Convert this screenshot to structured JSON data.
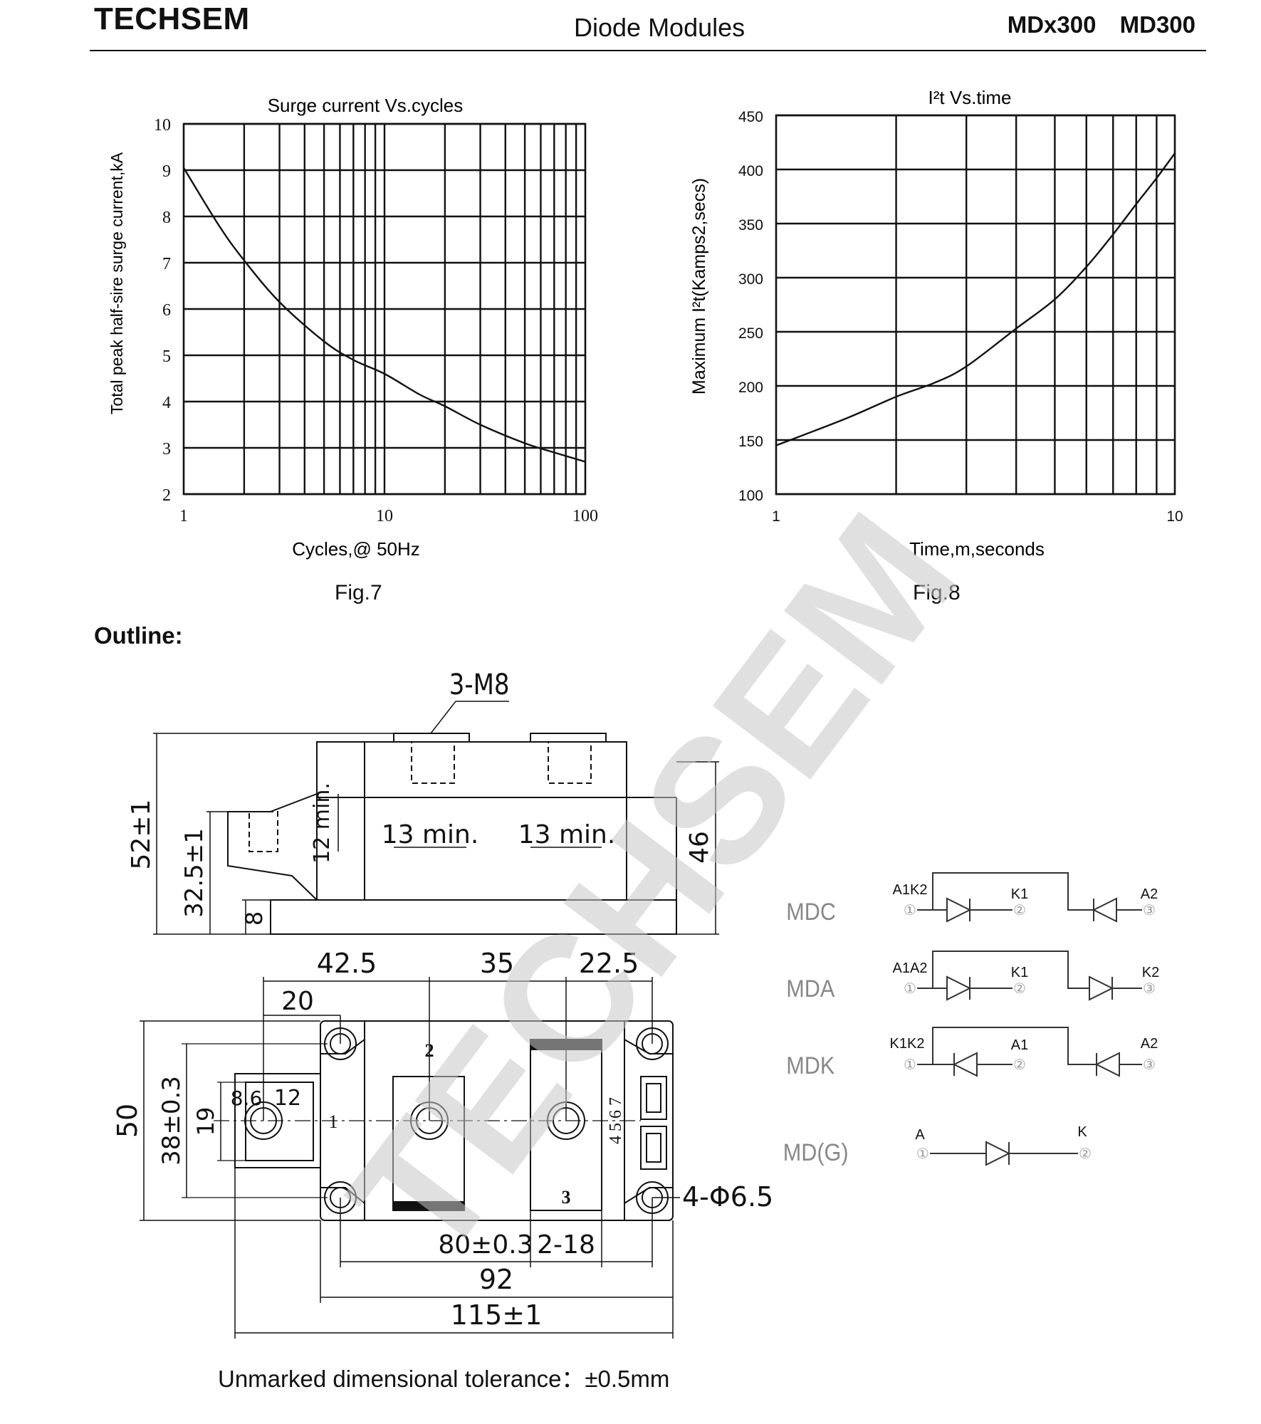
{
  "header": {
    "brand": "TECHSEM",
    "title": "Diode Modules",
    "part_numbers": "MDx300 MD300"
  },
  "chart_data": [
    {
      "type": "line",
      "title": "Surge current Vs.cycles",
      "xlabel": "Cycles,@ 50Hz",
      "ylabel": "Total peak half-sire surge current,kA",
      "xscale": "log",
      "xlim": [
        1,
        100
      ],
      "ylim": [
        2,
        10
      ],
      "xticks": [
        "1",
        "10",
        "100"
      ],
      "yticks": [
        "2",
        "3",
        "4",
        "5",
        "6",
        "7",
        "8",
        "9",
        "10"
      ],
      "grid": true,
      "x": [
        1,
        1.5,
        2,
        3,
        5,
        7,
        10,
        15,
        20,
        30,
        50,
        70,
        100
      ],
      "y": [
        9.05,
        7.8,
        7.05,
        6.15,
        5.3,
        4.9,
        4.6,
        4.15,
        3.9,
        3.5,
        3.1,
        2.9,
        2.7
      ]
    },
    {
      "type": "line",
      "title": "I²t Vs.time",
      "xlabel": "Time,m,seconds",
      "ylabel": "Maximum I²t(Kamps2,secs)",
      "xscale": "log",
      "xlim": [
        1,
        10
      ],
      "ylim": [
        100,
        450
      ],
      "xticks": [
        "1",
        "10"
      ],
      "yticks": [
        "100",
        "150",
        "200",
        "250",
        "300",
        "350",
        "400",
        "450"
      ],
      "grid": true,
      "x": [
        1,
        1.5,
        2,
        2.5,
        3,
        4,
        5,
        6,
        7,
        8,
        9,
        10
      ],
      "y": [
        145,
        170,
        190,
        203,
        218,
        253,
        280,
        310,
        340,
        368,
        392,
        415
      ]
    }
  ],
  "figures": {
    "fig7": "Fig.7",
    "fig8": "Fig.8"
  },
  "outline": {
    "title": "Outline:",
    "side_view": {
      "thread": "3-M8",
      "height_total": "52±1",
      "height_terminal": "32.5±1",
      "base_thickness": "8",
      "depth_left": "12 min.",
      "depth_mid": "13 min.",
      "depth_right": "13 min.",
      "height_body": "46"
    },
    "top_view": {
      "dim_42_5": "42.5",
      "dim_35": "35",
      "dim_22_5": "22.5",
      "dim_20": "20",
      "dim_50": "50",
      "dim_38": "38±0.3",
      "dim_19": "19",
      "dim_8_6": "8.6",
      "dim_12": "12",
      "terminal_1": "1",
      "terminal_2": "2",
      "terminal_3": "3",
      "aux_pins": "4 5 6 7",
      "holes": "4-Φ6.5",
      "dim_80": "80±0.3",
      "dim_2_18": "2-18",
      "dim_92": "92",
      "dim_115": "115±1"
    },
    "tolerance_note": "Unmarked dimensional tolerance：±0.5mm"
  },
  "circuits": [
    {
      "name": "MDC",
      "p1": "A1K2",
      "p2": "K1",
      "p3": "A2"
    },
    {
      "name": "MDA",
      "p1": "A1A2",
      "p2": "K1",
      "p3": "K2"
    },
    {
      "name": "MDK",
      "p1": "K1K2",
      "p2": "A1",
      "p3": "A2"
    },
    {
      "name": "MD(G)",
      "p1": "A",
      "p2": "K"
    }
  ],
  "pin_marks": {
    "n1": "①",
    "n2": "②",
    "n3": "③"
  },
  "watermark": "TECHSEM"
}
